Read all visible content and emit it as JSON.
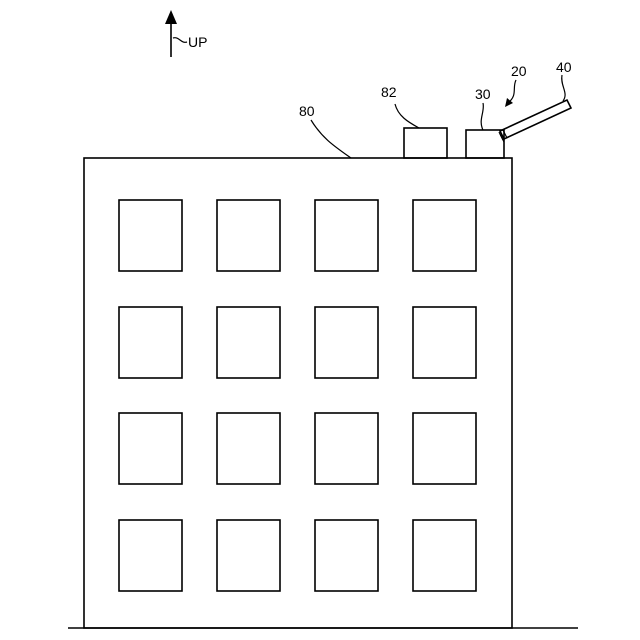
{
  "labels": {
    "up": "UP",
    "building": "80",
    "roof_box": "82",
    "unit": "30",
    "device": "20",
    "arm": "40"
  }
}
